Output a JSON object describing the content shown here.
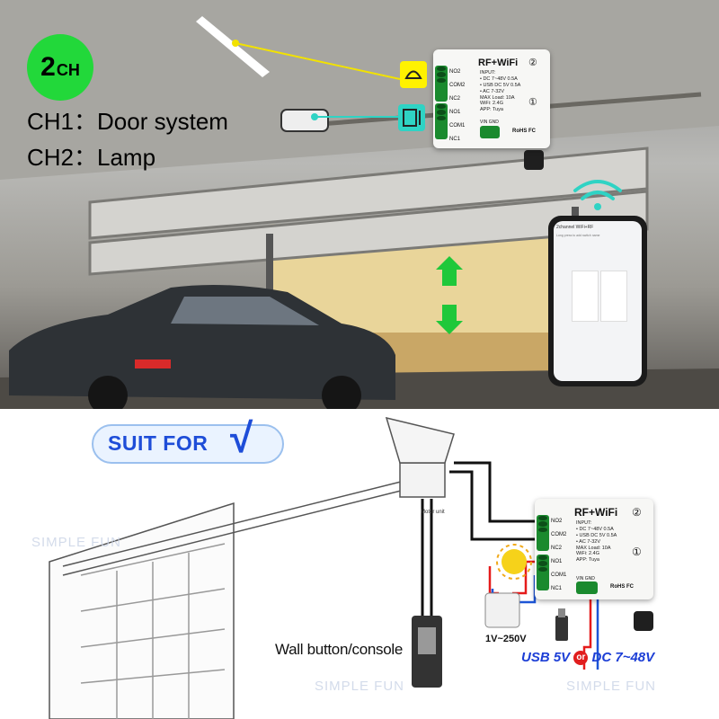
{
  "badge": {
    "number": "2",
    "suffix": "CH"
  },
  "channels": [
    "CH1：Door system",
    "CH2：Lamp"
  ],
  "module": {
    "title": "RF+WiFi",
    "spec_lines": [
      "INPUT:",
      "• DC 7~48V 0.5A",
      "• USB DC 5V 0.5A",
      "• AC 7-32V",
      "MAX Load: 10A",
      "WiFi: 2.4G",
      "APP: Tuya"
    ],
    "terminals": [
      "NO2",
      "COM2",
      "NC2",
      "NO1",
      "COM1",
      "NC1"
    ],
    "channel_marks": [
      "②",
      "①"
    ],
    "power_terminals": "VIN GND",
    "cert": "RoHS FC"
  },
  "phone": {
    "header": "2channel WiFi+RF",
    "hint": "Long press to add switch name"
  },
  "suit": {
    "label": "SUIT FOR",
    "check": "√"
  },
  "motor_label": "Motor unit",
  "wall_button_label": "Wall button/console",
  "voltage_label": "1V~250V",
  "power": {
    "usb": "USB 5V",
    "or": "or",
    "dc": "DC 7~48V"
  },
  "watermark": "SIMPLE FUN",
  "colors": {
    "badge": "#22d83a",
    "suit_text": "#1e4dd8",
    "arrow": "#1fc83a",
    "usb": "#1d3fd6",
    "dc": "#1d3fd6",
    "or_bg": "#e11d1d",
    "wire_red": "#e51b1b",
    "wire_blue": "#1d55d6"
  }
}
